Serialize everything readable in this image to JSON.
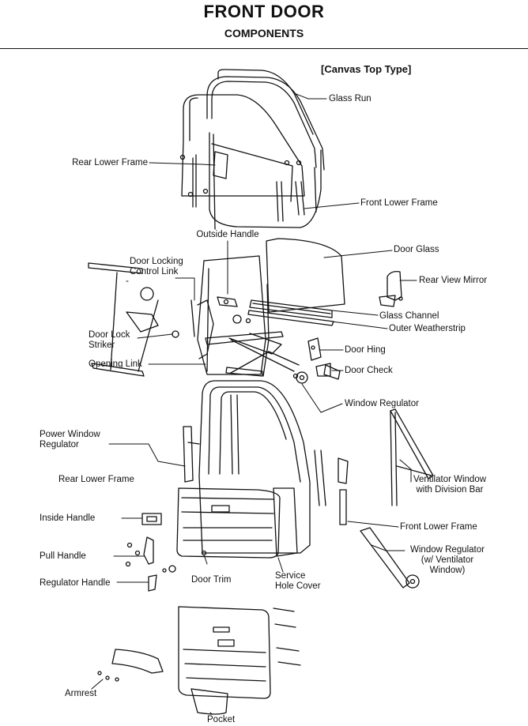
{
  "header": {
    "title": "FRONT DOOR",
    "subtitle": "COMPONENTS",
    "variant": "[Canvas Top Type]"
  },
  "callouts": {
    "glass_run": "Glass Run",
    "rear_lower_frame_top": "Rear Lower Frame",
    "front_lower_frame_top": "Front Lower Frame",
    "outside_handle": "Outside Handle",
    "door_glass": "Door Glass",
    "door_locking_control_link": [
      "Door Locking",
      "Control Link"
    ],
    "rear_view_mirror": "Rear View Mirror",
    "glass_channel": "Glass Channel",
    "outer_weatherstrip": "Outer Weatherstrip",
    "door_lock_striker": [
      "Door Lock",
      "Striker"
    ],
    "door_hing": "Door Hing",
    "opening_link": "Opening Link",
    "door_check": "Door Check",
    "window_regulator": "Window Regulator",
    "power_window_regulator": [
      "Power Window",
      "Regulator"
    ],
    "rear_lower_frame_mid": "Rear Lower Frame",
    "ventilator_window": [
      "Ventilator Window",
      "with Division Bar"
    ],
    "inside_handle": "Inside Handle",
    "front_lower_frame_mid": "Front Lower Frame",
    "pull_handle": "Pull Handle",
    "window_regulator_vent": [
      "Window Regulator",
      "(w/ Ventilator",
      "Window)"
    ],
    "regulator_handle": "Regulator Handle",
    "door_trim": "Door Trim",
    "service_hole_cover": [
      "Service",
      "Hole Cover"
    ],
    "armrest": "Armrest",
    "pocket": "Pocket"
  }
}
